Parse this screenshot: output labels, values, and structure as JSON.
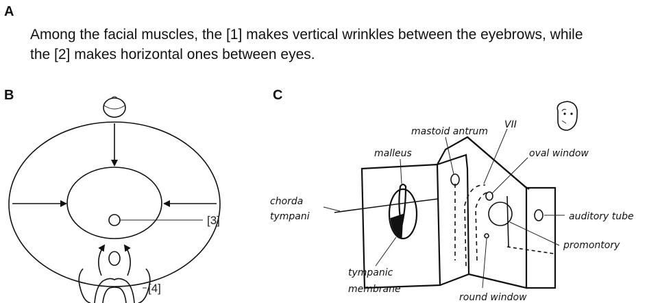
{
  "panel_a": {
    "letter": "A",
    "sentence_line1": "Among the facial muscles, the [1] makes vertical wrinkles between the eyebrows, while",
    "sentence_line2": "the [2] makes horizontal ones between eyes."
  },
  "panel_b": {
    "letter": "B",
    "label_3": "[3]",
    "label_4": "[4]"
  },
  "panel_c": {
    "letter": "C",
    "labels": {
      "mastoid_antrum": "mastoid antrum",
      "cranial_nerve": "VII",
      "malleus": "malleus",
      "oval_window": "oval window",
      "chorda_tympani_1": "chorda",
      "chorda_tympani_2": "tympani",
      "auditory_tube": "auditory tube",
      "promontory": "promontory",
      "tympanic_membrane_1": "tympanic",
      "tympanic_membrane_2": "membrane",
      "round_window": "round window"
    }
  }
}
